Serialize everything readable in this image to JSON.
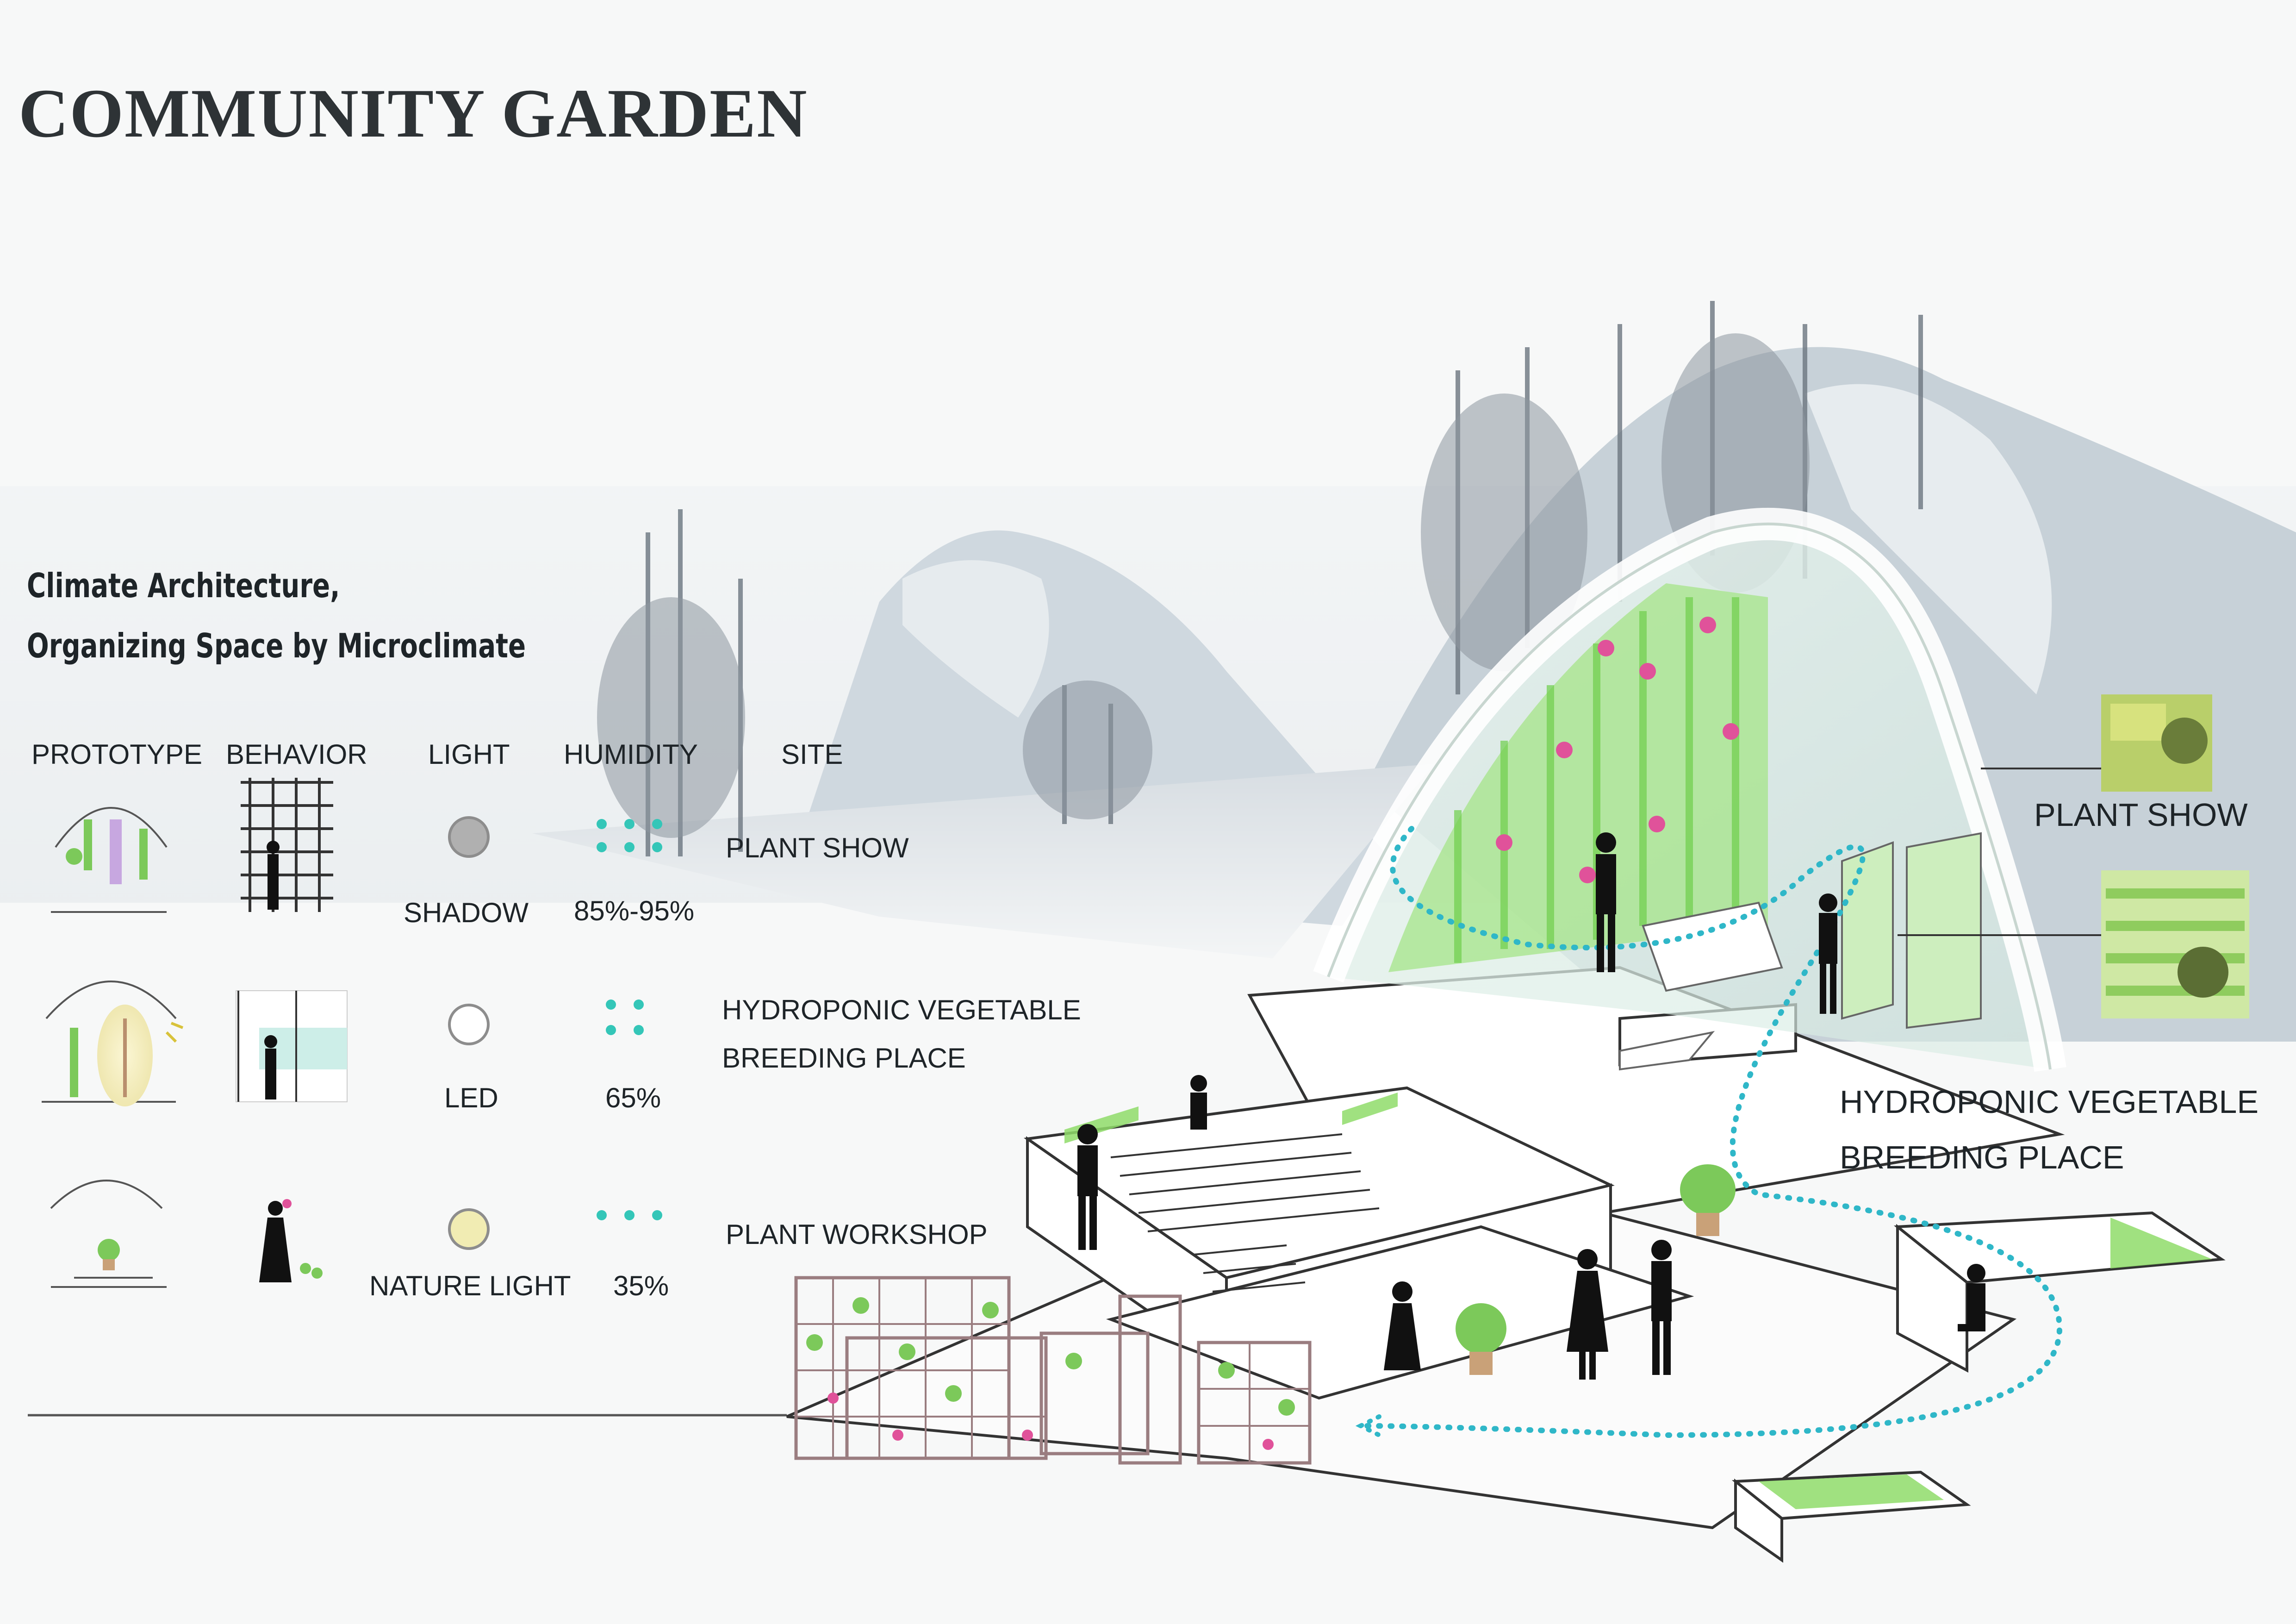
{
  "title": "COMMUNITY GARDEN",
  "subtitle": [
    "Climate Architecture,",
    "Organizing Space by Microclimate"
  ],
  "columns": [
    "PROTOTYPE",
    "BEHAVIOR",
    "LIGHT",
    "HUMIDITY",
    "SITE"
  ],
  "rows": [
    {
      "light": "SHADOW",
      "humidity": "85%-95%",
      "site": [
        "PLANT SHOW"
      ]
    },
    {
      "light": "LED",
      "humidity": "65%",
      "site": [
        "HYDROPONIC VEGETABLE",
        "BREEDING PLACE"
      ]
    },
    {
      "light": "NATURE LIGHT",
      "humidity": "35%",
      "site": [
        "PLANT WORKSHOP"
      ]
    }
  ],
  "callouts": {
    "plant_show": "PLANT SHOW",
    "hydroponic": [
      "HYDROPONIC VEGETABLE",
      "BREEDING PLACE"
    ]
  },
  "colors": {
    "text": "#1e2428",
    "title": "#2e3336",
    "greenery": "#8fdc6a",
    "flowers": "#e0529a",
    "path_dots": "#2fb7c8",
    "humidity_drops": "#34c6b8",
    "shadow_light": "#b0b0b0",
    "nature_light": "#f1ecb3",
    "led_glow": "#f7f2c8",
    "mountain": "#cfd8df"
  },
  "icons": {
    "light": [
      "shadow-light-icon",
      "led-light-icon",
      "nature-light-icon"
    ],
    "humidity": [
      "humidity-drops-icon"
    ],
    "photos": [
      "plant-show-photo",
      "hydroponic-photo"
    ]
  }
}
